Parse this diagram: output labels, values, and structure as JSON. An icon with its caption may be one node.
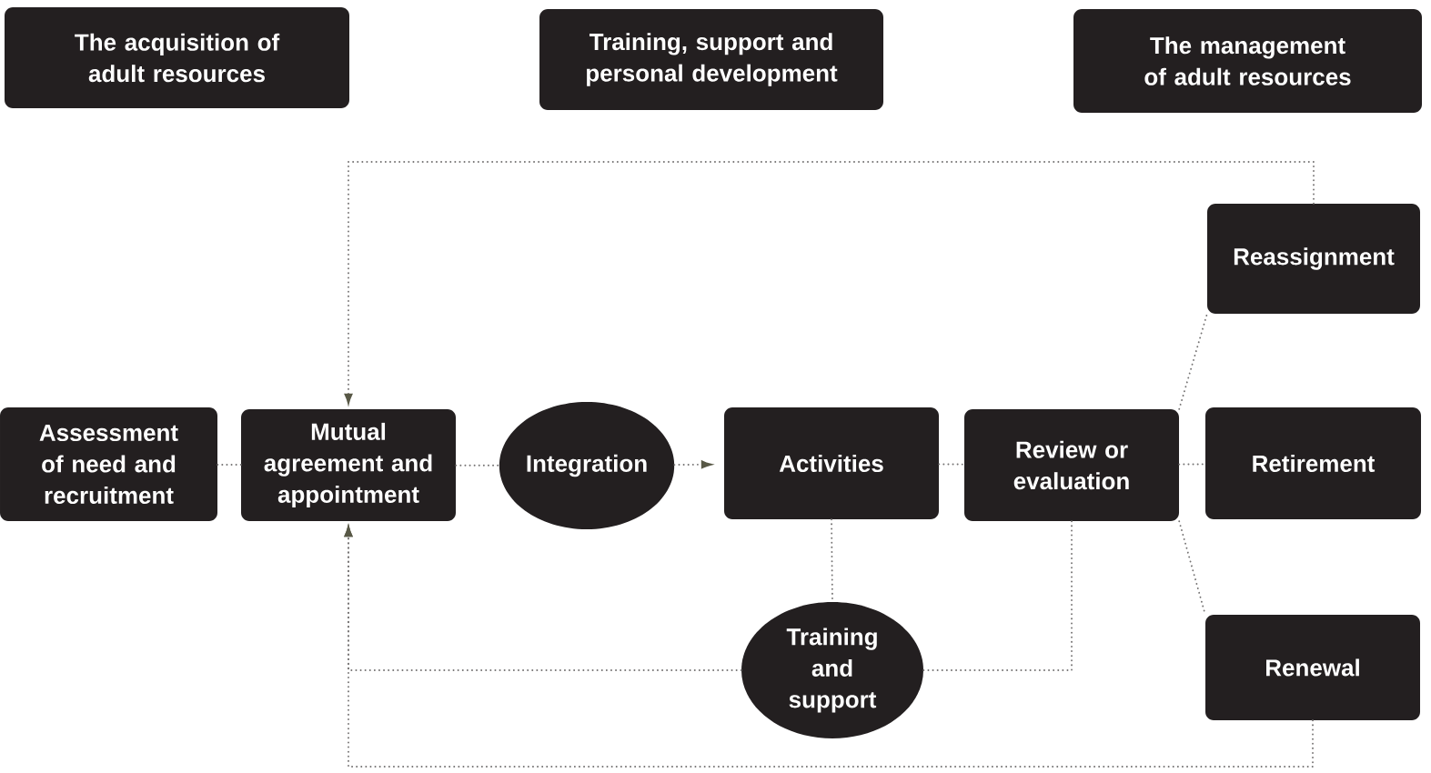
{
  "diagram": {
    "nodes": [
      {
        "text": [
          "The acquisition of adult resources"
        ]
      },
      {
        "text": [
          "Training, support and personal development"
        ]
      },
      {
        "text": [
          "The management of adult resources"
        ]
      },
      {
        "text": [
          "Assessment of need and recruitment"
        ]
      },
      {
        "text": [
          "Mutual agreement and appointment"
        ]
      },
      {
        "text": [
          "Integration"
        ]
      },
      {
        "text": [
          "Activities"
        ]
      },
      {
        "text": [
          "Review or evaluation"
        ]
      },
      {
        "text": [
          "Reassignment"
        ]
      },
      {
        "text": [
          "Retirement"
        ]
      },
      {
        "text": [
          "Renewal"
        ]
      },
      {
        "text": [
          "Training and support"
        ]
      }
    ],
    "edges": [
      {
        "from": 3,
        "to": 4,
        "arrow": "none"
      },
      {
        "from": 4,
        "to": 5,
        "arrow": "none"
      },
      {
        "from": 5,
        "to": 6,
        "arrow": "to"
      },
      {
        "from": 6,
        "to": 7,
        "arrow": "none"
      },
      {
        "from": 7,
        "to": 8,
        "arrow": "none"
      },
      {
        "from": 7,
        "to": 9,
        "arrow": "none"
      },
      {
        "from": 7,
        "to": 10,
        "arrow": "none"
      },
      {
        "from": 6,
        "to": 11,
        "arrow": "none"
      },
      {
        "from": 7,
        "to": 11,
        "arrow": "none"
      },
      {
        "from": 11,
        "to": 4,
        "arrow": "to"
      },
      {
        "from": 8,
        "to": 4,
        "arrow": "to"
      },
      {
        "from": 10,
        "to": 4,
        "arrow": "to"
      }
    ]
  }
}
